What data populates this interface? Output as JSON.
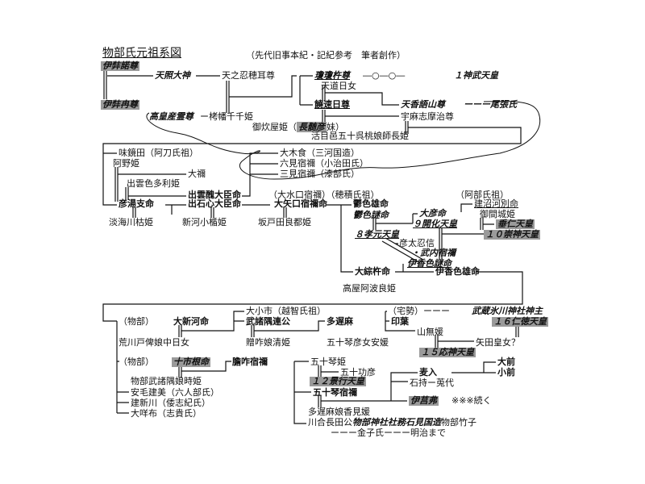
{
  "title": "物部氏元祖系図",
  "subtitle": "（先代旧事本紀・記紀参考　筆者創作）",
  "n": {
    "izanagi": "伊弉諾尊",
    "izanami": "伊弉冉尊",
    "amaterasu": "天照大神",
    "oshihomimi": "天之忍穂耳尊",
    "ninigi": "瓊瓊杵尊",
    "circles": "―○―○―",
    "jimmu": "１神武天皇",
    "amenomichi": "天道日女",
    "nigihayahi": "饒速日尊",
    "kagoyama": "天香語山尊",
    "owari": "ーーー尾張氏",
    "umashimaji": "宇麻志摩治尊",
    "takamimusubi": "高皇産霊尊",
    "takuhata": "ー栲幡千千姫",
    "mikashiya": "御炊屋姫（",
    "nagasune": "長髄彦",
    "mikashiya_end": "妹）",
    "ikume": "活目邑五十呉桃娘師長姫",
    "umashimaji_child": "味鏡田（阿刀氏祖）",
    "ano": "阿野姫",
    "one": "大禰",
    "izumoshikotome": "出雲色多利姫",
    "izumoshiko": "出雲醜大臣命",
    "hikoyusu": "彦湯支命",
    "izushigokoro": "出石心大臣命",
    "oumikawa": "淡海川枯姫",
    "niikawa": "新河小楯姫",
    "okike": "大木食（三河国造）",
    "mumi": "六見宿禰（小治田氏）",
    "mimi": "三見宿禰（漆部氏）",
    "ominakuchi": "（大水口宿禰）（穂積氏祖）",
    "oyakuchi": "大矢口宿禰命",
    "sakatobe": "坂戸田良都姫",
    "utsushikoo": "鬱色雄命",
    "utsushikome": "鬱色謎命",
    "abe_so": "（阿部氏祖）",
    "takenunakawa": "建沼河別命",
    "ohiko": "大彦命",
    "mimaki": "御間城姫",
    "kaika": "９開化天皇",
    "suinin": "垂仁天皇",
    "sujin": "１０崇神天皇",
    "kogen": "８孝元天皇",
    "hikofutooshi": "彦太忍信",
    "takenouchi": "・武内宿禰",
    "ikagashikome": "伊香色謎命",
    "oheso": "大綜杵命",
    "ikagashikoo": "伊香色雄命",
    "takaya": "高屋阿波良姫",
    "mononobe1": "（物部）",
    "oniikawa": "大新河命",
    "ochi": "大小市（越智氏祖）",
    "takemorosumi": "武諸隅連公",
    "tajima": "多遅麻",
    "takese": "（宅勢）ーーー",
    "hikawa": "武蔵氷川神社神主",
    "inaba": "印葉",
    "nintoku": "１６仁徳天皇",
    "yamanashi": "山無媛",
    "arakawa": "荒川戸俾娘中日女",
    "okui": "贈咋娘清姫",
    "isekoto_hikome": "五十琴彦女安媛",
    "yata": "矢田皇女？",
    "ojin": "１５応神天皇",
    "mononobe2": "（物部）",
    "tochine": "十市根命",
    "ikui": "膽咋宿禰",
    "isekotohime": "五十琴姫",
    "ose": "大前",
    "isekotohiko": "五十功彦",
    "mugiiri": "麦入",
    "kose": "小前",
    "tokihime": "物部武諸隅娘時姫",
    "keiko": "１２景行天皇",
    "iwamochi": "石持ー莵代",
    "yasumo": "安毛建美（六人部氏）",
    "isekotosukune": "五十琴宿禰",
    "takeniikawa": "建新川（倭志紀氏）",
    "ikofutsu": "伊莒弗",
    "continue": "※※※続く",
    "ohinofu": "大咩布（志貴氏）",
    "kamimihime": "多遅麻娘香見媛",
    "kawai": "川合長田公",
    "iwami": "物部神社社務石見国造",
    "taketsu": "物部竹子",
    "kaneko": "ーーー金子氏ーーー明治まで"
  }
}
